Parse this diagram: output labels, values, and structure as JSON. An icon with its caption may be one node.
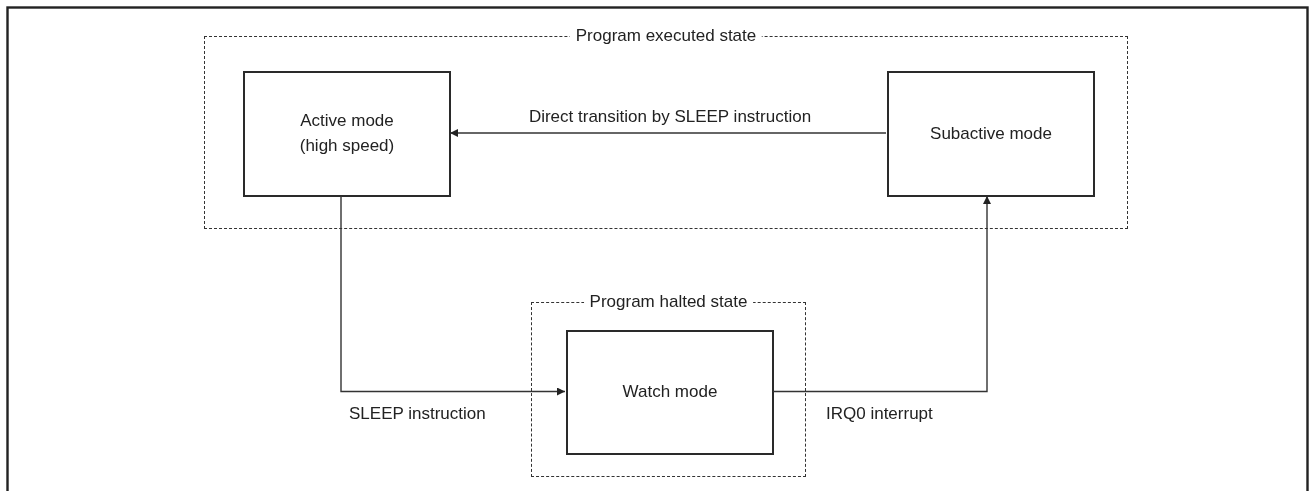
{
  "diagram": {
    "nodes": [
      {
        "text": [
          "Program executed state"
        ]
      },
      {
        "text": [
          "Active mode (high speed)"
        ],
        "in": 0
      },
      {
        "text": [
          "Subactive mode"
        ],
        "in": 0
      },
      {
        "text": [
          "Program halted state"
        ]
      },
      {
        "text": [
          "Watch mode"
        ],
        "in": 3
      }
    ],
    "edges": [
      {
        "from": 2,
        "to": 1,
        "arrow": "to",
        "label": "Direct transition by SLEEP instruction"
      },
      {
        "from": 1,
        "to": 4,
        "arrow": "to",
        "label": "SLEEP instruction"
      },
      {
        "from": 4,
        "to": 2,
        "arrow": "to",
        "label": "IRQ0 interrupt"
      }
    ]
  }
}
